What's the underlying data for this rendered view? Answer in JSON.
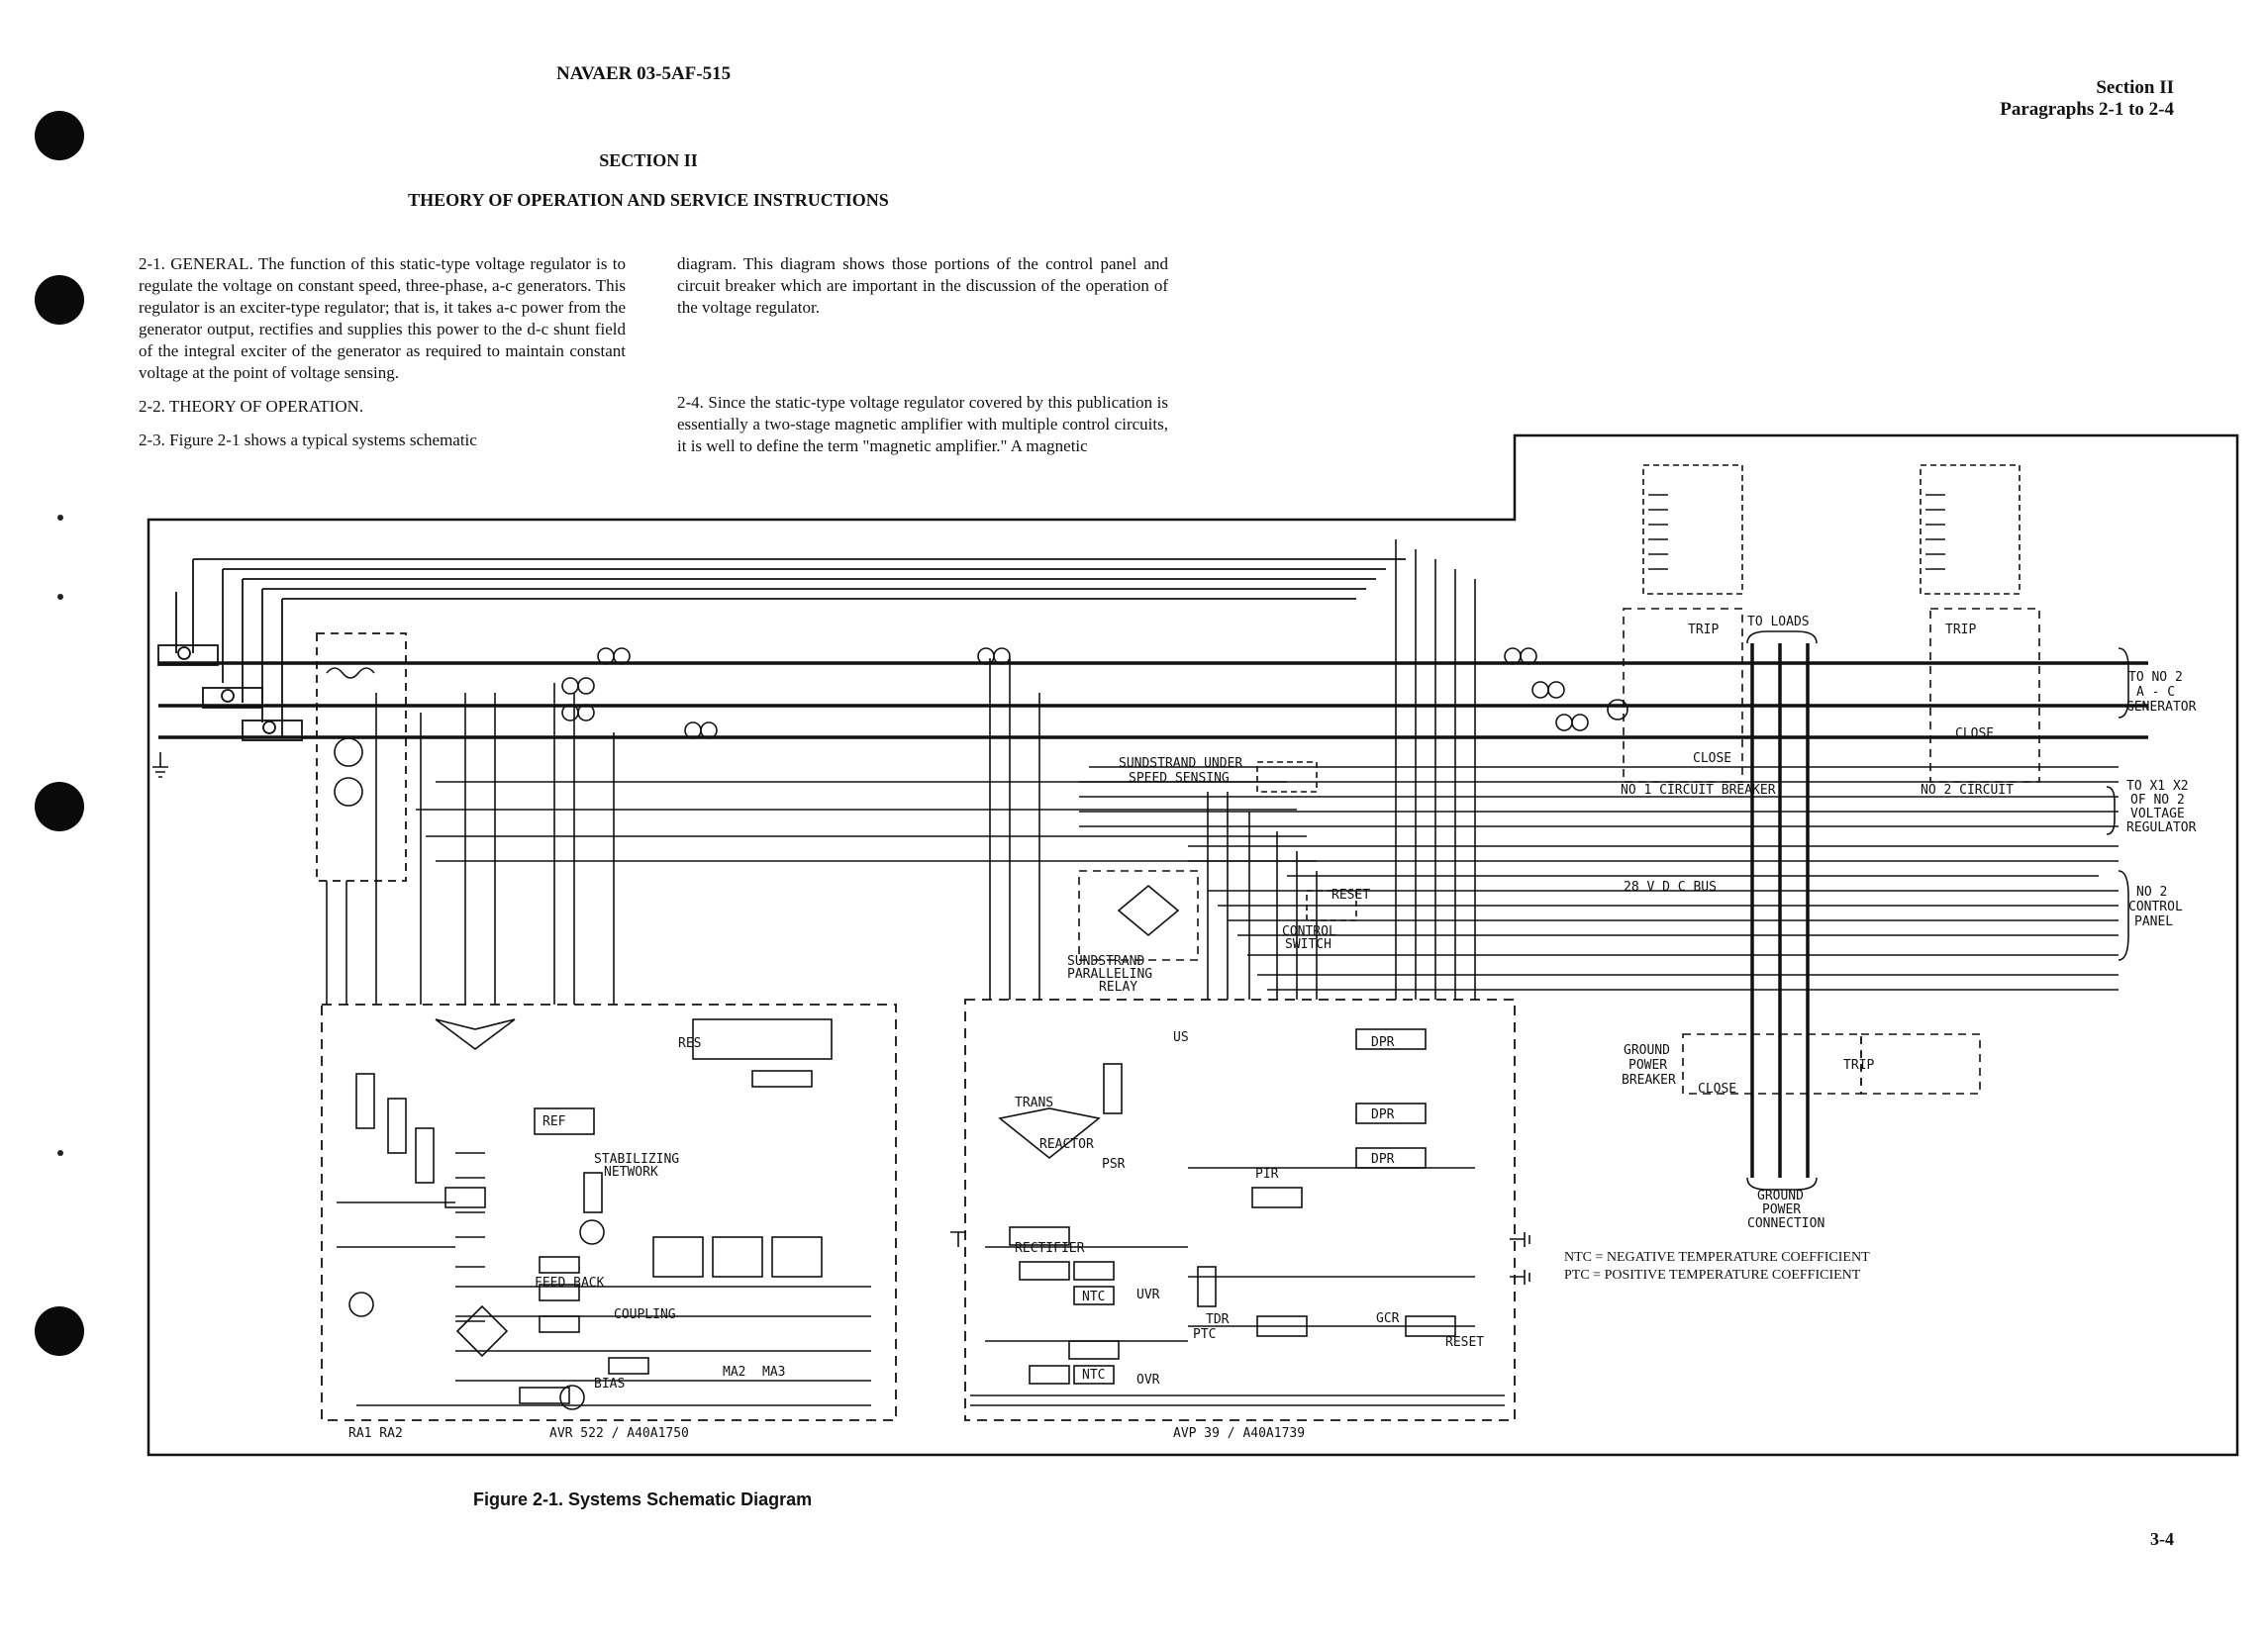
{
  "header": {
    "doc_number": "NAVAER 03-5AF-515",
    "section_label": "Section II",
    "paragraphs": "Paragraphs 2-1 to 2-4"
  },
  "section": {
    "title": "SECTION II",
    "subtitle": "THEORY OF OPERATION AND SERVICE INSTRUCTIONS"
  },
  "left_column": [
    "2-1.  GENERAL.  The function of this static-type voltage regulator is to regulate the voltage on constant speed, three-phase, a-c generators.  This regulator is an exciter-type regulator; that is, it takes a-c power from the generator output, rectifies and supplies this power to the d-c shunt field of the integral exciter of the generator as required to maintain constant voltage at the point of voltage sensing.",
    "2-2.  THEORY OF OPERATION.",
    "2-3.  Figure 2-1 shows a typical systems schematic"
  ],
  "right_column": [
    "diagram.  This diagram shows those portions of the control panel and circuit breaker which are important in the discussion of the operation of the voltage regulator.",
    "2-4.  Since the static-type voltage regulator covered by this publication is essentially a two-stage magnetic amplifier with multiple control circuits, it is well to define the term \"magnetic amplifier.\"  A magnetic"
  ],
  "schematic": {
    "labels": {
      "to_loads": "TO LOADS",
      "to_no2_gen_1": "TO NO 2",
      "to_no2_gen_2": "A - C",
      "to_no2_gen_3": "GENERATOR",
      "to_no2_reg_1": "TO X1  X2",
      "to_no2_reg_2": "OF NO 2",
      "to_no2_reg_3": "VOLTAGE",
      "to_no2_reg_4": "REGULATOR",
      "no2_panel_1": "NO  2",
      "no2_panel_2": "CONTROL",
      "no2_panel_3": "PANEL",
      "sundstrand_1": "SUNDSTRAND UNDER",
      "sundstrand_2": "SPEED SENSING",
      "cb1": "NO 1 CIRCUIT BREAKER",
      "cb2": "NO 2  CIRCUIT",
      "trip": "TRIP",
      "close": "CLOSE",
      "bus": "28  V D C  BUS",
      "reset": "RESET",
      "control_switch_1": "CONTROL",
      "control_switch_2": "SWITCH",
      "paralleling_1": "SUNDSTRAND",
      "paralleling_2": "PARALLELING",
      "paralleling_3": "RELAY",
      "gpb_1": "GROUND",
      "gpb_2": "POWER",
      "gpb_3": "BREAKER",
      "gpc_1": "GROUND",
      "gpc_2": "POWER",
      "gpc_3": "CONNECTION",
      "ref": "REF",
      "stab_net_1": "STABILIZING",
      "stab_net_2": "NETWORK",
      "feedback": "FEED BACK",
      "coupling": "COUPLING",
      "bias": "BIAS",
      "rectifier": "RECTIFIER",
      "reactor": "REACTOR",
      "trans": "TRANS",
      "uvr": "UVR",
      "ovr": "OVR",
      "ntc": "NTC",
      "ptc": "PTC",
      "tdr": "TDR",
      "gcr": "GCR",
      "dpr": "DPR",
      "pir": "PIR",
      "psr": "PSR",
      "us": "US",
      "res": "RES",
      "ma2": "MA2",
      "ma3": "MA3",
      "avr": "AVR 522 / A40A1750",
      "avp": "AVP 39 / A40A1739",
      "ra": "RA1  RA2"
    }
  },
  "legend": {
    "ntc": "NTC = NEGATIVE TEMPERATURE COEFFICIENT",
    "ptc": "PTC = POSITIVE TEMPERATURE COEFFICIENT"
  },
  "caption": "Figure 2-1.  Systems Schematic Diagram",
  "page_number": "3-4"
}
